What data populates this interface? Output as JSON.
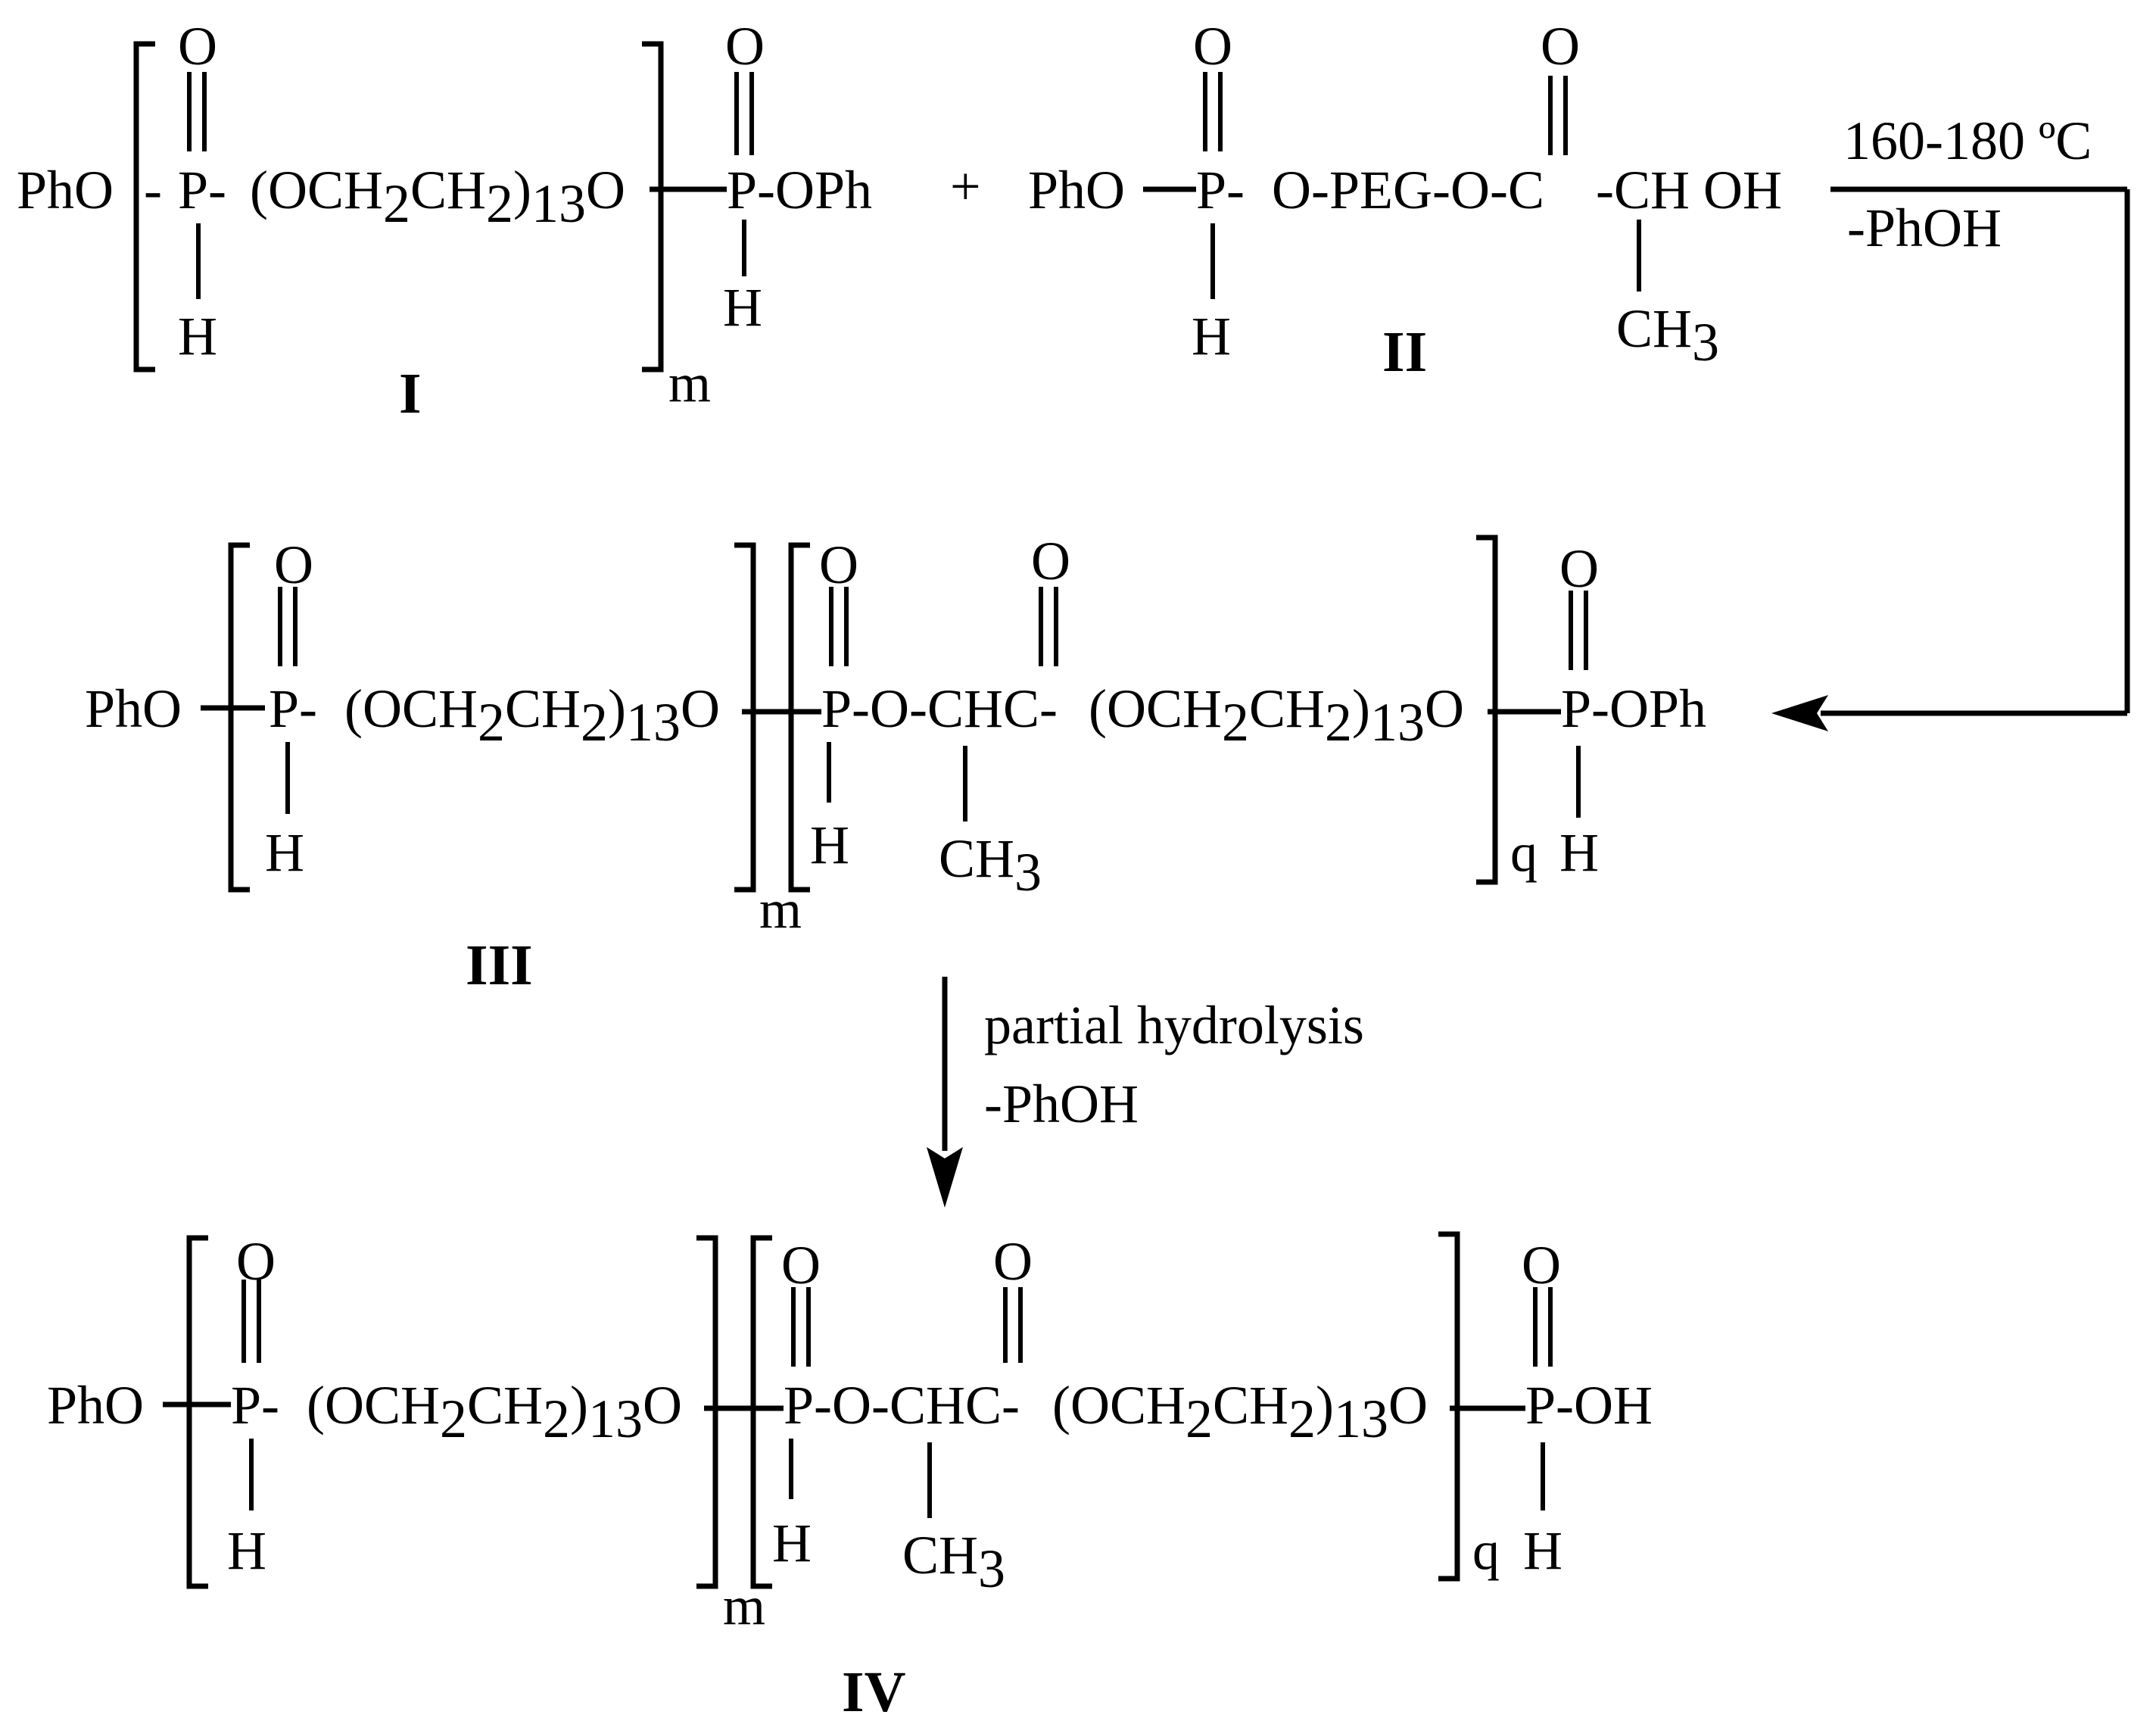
{
  "reaction": {
    "condition_top": "160-180 ºC",
    "condition_bottom": "-PhOH",
    "plus": "+"
  },
  "step2": {
    "line1": "partial hydrolysis",
    "line2": "-PhOH"
  },
  "compounds": {
    "I": {
      "label": "I"
    },
    "II": {
      "label": "II"
    },
    "III": {
      "label": "III"
    },
    "IV": {
      "label": "IV"
    }
  },
  "atoms": {
    "O": "O",
    "H": "H",
    "PhO": "PhO",
    "P_dash": "P-",
    "P_OPh": "P-OPh",
    "P_OH": "P-OH",
    "peg_open": "(OCH",
    "ch2": "CH",
    "close_paren": ")",
    "sub2": "2",
    "sub3": "3",
    "sub13": "13",
    "O_end": "O",
    "ch3": "CH",
    "P_O_CHC": "P-O-CHC-",
    "O_PEG_O_C": "O-PEG-O-C",
    "CH_OH": "-CH OH",
    "m": "m",
    "q": "q"
  }
}
